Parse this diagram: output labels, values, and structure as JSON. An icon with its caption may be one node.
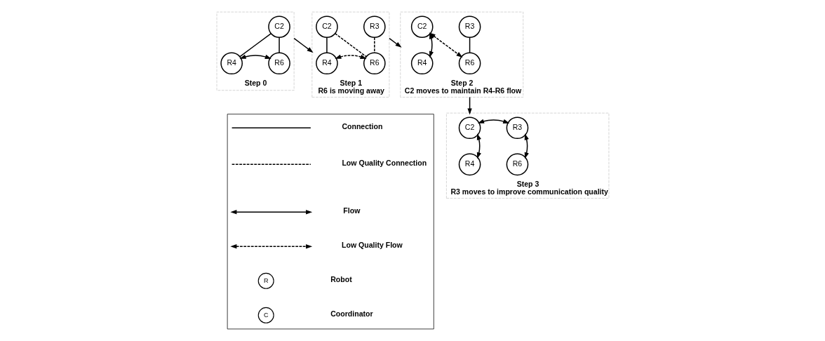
{
  "diagram": {
    "nodes": [
      {
        "text": [
          "Step 0"
        ]
      },
      {
        "text": [
          "C2"
        ],
        "in": 0
      },
      {
        "text": [
          "R4"
        ],
        "in": 0
      },
      {
        "text": [
          "R6"
        ],
        "in": 0
      },
      {
        "text": [
          "Step 1",
          "R6 is moving away"
        ]
      },
      {
        "text": [
          "C2"
        ],
        "in": 4
      },
      {
        "text": [
          "R4"
        ],
        "in": 4
      },
      {
        "text": [
          "R6"
        ],
        "in": 4
      },
      {
        "text": [
          "R3"
        ],
        "in": 4
      },
      {
        "text": [
          "Step 2",
          "C2 moves to maintain R4-R6 flow"
        ]
      },
      {
        "text": [
          "C2"
        ],
        "in": 9
      },
      {
        "text": [
          "R4"
        ],
        "in": 9
      },
      {
        "text": [
          "R6"
        ],
        "in": 9
      },
      {
        "text": [
          "R3"
        ],
        "in": 9
      },
      {
        "text": [
          "Step 3",
          "R3 moves to improve communication quality"
        ]
      },
      {
        "text": [
          "C2"
        ],
        "in": 14
      },
      {
        "text": [
          "R3"
        ],
        "in": 14
      },
      {
        "text": [
          "R4"
        ],
        "in": 14
      },
      {
        "text": [
          "R6"
        ],
        "in": 14
      },
      {
        "text": [],
        "shape": "box"
      }
    ],
    "edges": [
      {
        "from": 1,
        "to": 2,
        "arrow": "none"
      },
      {
        "from": 1,
        "to": 3,
        "arrow": "none"
      },
      {
        "from": 2,
        "to": 3,
        "arrow": "both"
      },
      {
        "from": 0,
        "to": 4,
        "arrow": "to"
      },
      {
        "from": 5,
        "to": 6,
        "arrow": "none"
      },
      {
        "from": 5,
        "to": 7,
        "arrow": "none",
        "style": "dashed"
      },
      {
        "from": 6,
        "to": 7,
        "arrow": "both",
        "style": "dashed"
      },
      {
        "from": 8,
        "to": 7,
        "arrow": "none",
        "style": "dashed"
      },
      {
        "from": 4,
        "to": 9,
        "arrow": "to"
      },
      {
        "from": 11,
        "to": 10,
        "arrow": "both"
      },
      {
        "from": 10,
        "to": 12,
        "arrow": "both",
        "style": "dashed"
      },
      {
        "from": 13,
        "to": 12,
        "arrow": "none"
      },
      {
        "from": 9,
        "to": 14,
        "arrow": "to"
      },
      {
        "from": 17,
        "to": 15,
        "arrow": "both"
      },
      {
        "from": 15,
        "to": 16,
        "arrow": "both"
      },
      {
        "from": 16,
        "to": 18,
        "arrow": "both"
      }
    ],
    "labels": [
      "R",
      "C"
    ],
    "legend": [
      {
        "text": "Connection"
      },
      {
        "text": "Low Quality Connection"
      },
      {
        "text": "Flow"
      },
      {
        "text": "Low Quality Flow"
      },
      {
        "text": "Robot"
      },
      {
        "text": "Coordinator"
      }
    ]
  }
}
